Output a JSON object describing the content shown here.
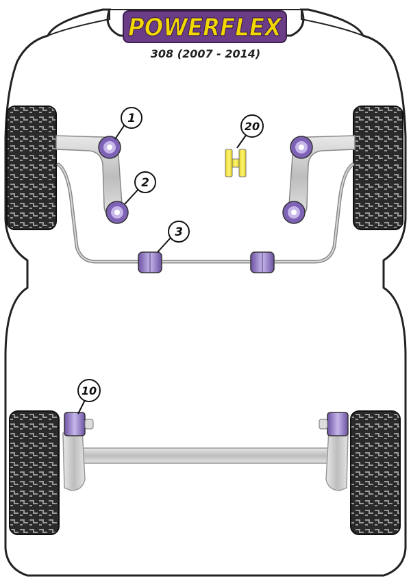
{
  "brand": {
    "name": "POWERFLEX",
    "badge_color": "#6b3d86",
    "text_color": "#f2d700"
  },
  "model": {
    "label": "308 (2007 - 2014)"
  },
  "callouts": [
    {
      "number": "1"
    },
    {
      "number": "2"
    },
    {
      "number": "3"
    },
    {
      "number": "20"
    },
    {
      "number": "10"
    }
  ],
  "colors": {
    "bush_purple": "#9b85c7",
    "bush_yellow": "#f4ea30",
    "metal_grey": "#c8c8c8",
    "outline": "#222222",
    "tyre": "#2a2a2a"
  },
  "icons": [
    "car-outline-icon",
    "tyre-icon",
    "bush-icon",
    "callout-icon"
  ]
}
